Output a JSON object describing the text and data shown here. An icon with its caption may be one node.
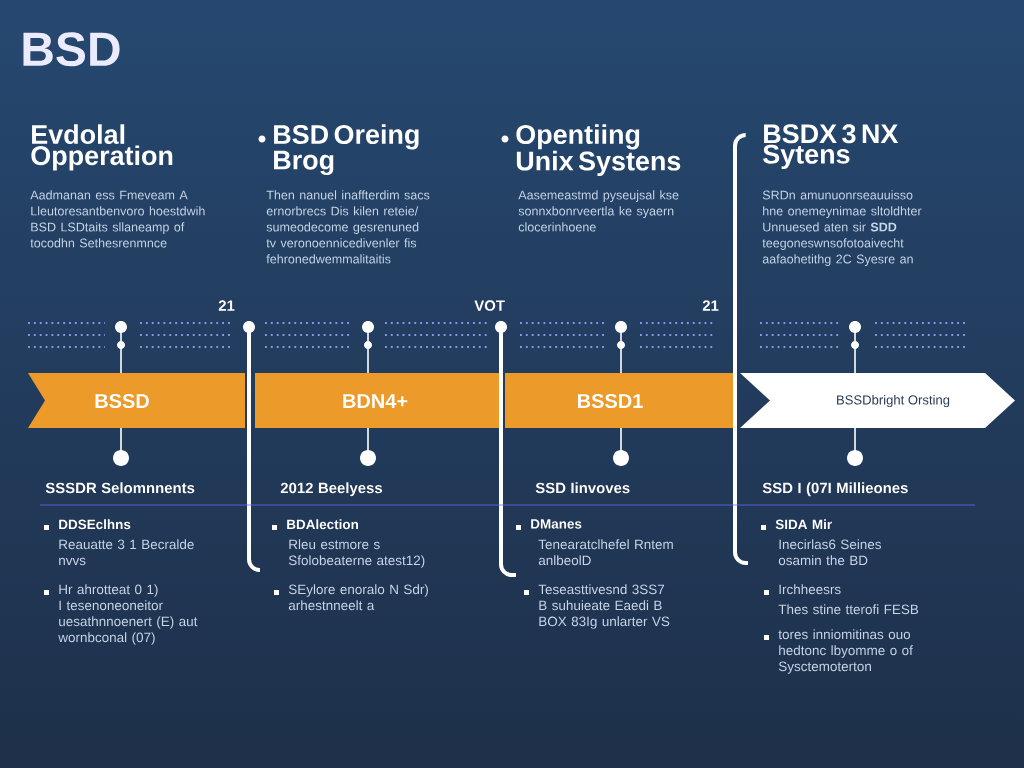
{
  "diagram": {
    "title": "BSD",
    "nodes": [
      {
        "text": [
          "BSSD"
        ]
      },
      {
        "text": [
          "BDN4+"
        ]
      },
      {
        "text": [
          "BSSD1"
        ]
      },
      {
        "text": [
          "BSSDbright Orsting"
        ]
      }
    ],
    "labels": [
      "Evdolal Opperation",
      "Aadmanan ess Fmeveam A Lleutoresantbenvoro hoestdwih BSD LSDtaits sllaneamp of tocodhn Sethesrenmnce",
      "BSD Oreing Brog",
      "Then nanuel inaffterdim sacs ernorbrecs Dis kilen reteie/ sumeodecome gesrenuned tv veronoennicedivenler fis fehronedwemmalitaitis",
      "Opentiing Unix Systens",
      "Aasemeastmd pyseujsal kse sonnxbonrveertla ke syaern clocerinhoene",
      "BSDX 3 NX Sytens",
      "SRDn amunuonrseauuisso hne onemeynimae sltoldhter Unnuesed aten sir **SDD** teegoneswnsofotoaivecht aafaohetithg 2C Syesre an",
      "21",
      "VOT",
      "21",
      "SSSDR Selomnnents",
      "DDSEclhns",
      "Reauatte 3 1 Becralde nvvs",
      "Hr ahrotteat 0 1) I tesenoneoneitor uesathnnoenert (E) aut wornbconal (07)",
      "2012 Beelyess",
      "BDAlection",
      "Rleu estmore s Sfolobeaterne atest12)",
      "SEylore enoralo N Sdr) arhestnneelt a",
      "SSD Iinvoves",
      "DManes",
      "Tenearatclhefel Rntem anlbeolD",
      "Teseasttivesnd 3SS7 B suhuieate Eaedi B BOX 83Ig unlarter VS",
      "SSD I (07I Millieones",
      "SIDA Mir",
      "Inecirlas6 Seines osamin the BD",
      "Irchheesrs",
      "Thes stine tterofi FESB",
      "tores inniomitinas ouo hedtonc lbyomme o of Sysctemoterton"
    ]
  }
}
